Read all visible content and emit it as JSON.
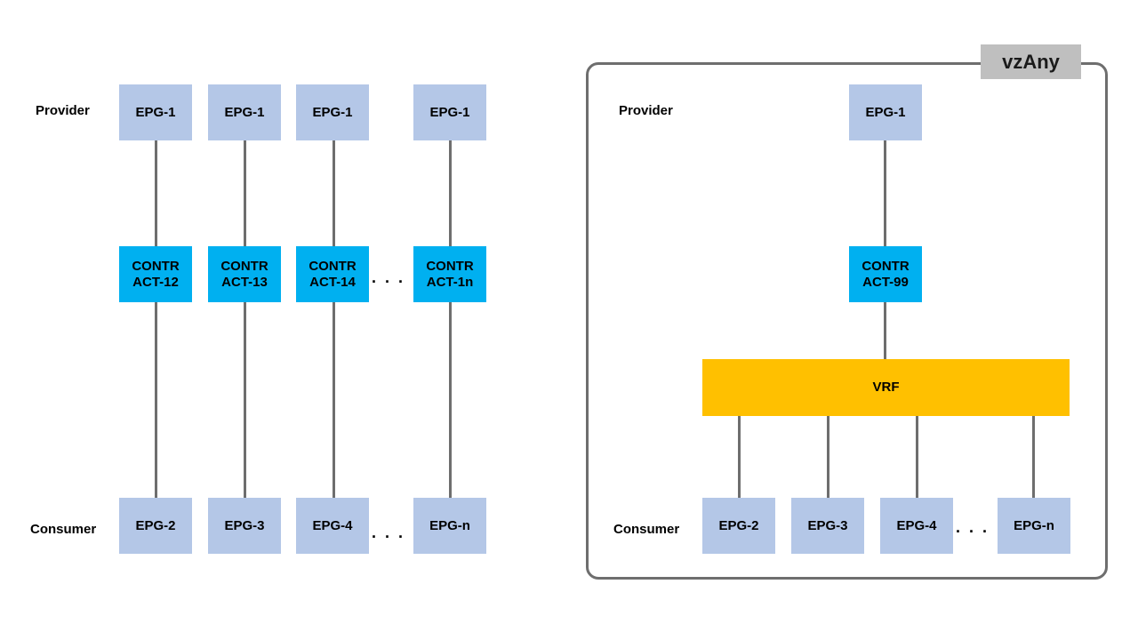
{
  "left": {
    "provider_label": "Provider",
    "consumer_label": "Consumer",
    "providers": [
      "EPG-1",
      "EPG-1",
      "EPG-1",
      "EPG-1"
    ],
    "contracts": [
      {
        "line1": "CONTR",
        "line2": "ACT-12"
      },
      {
        "line1": "CONTR",
        "line2": "ACT-13"
      },
      {
        "line1": "CONTR",
        "line2": "ACT-14"
      },
      {
        "line1": "CONTR",
        "line2": "ACT-1n"
      }
    ],
    "consumers": [
      "EPG-2",
      "EPG-3",
      "EPG-4",
      "EPG-n"
    ],
    "contract_ellipsis": "...",
    "consumer_ellipsis": "..."
  },
  "right": {
    "title": "vzAny",
    "provider_label": "Provider",
    "consumer_label": "Consumer",
    "provider": "EPG-1",
    "contract": {
      "line1": "CONTR",
      "line2": "ACT-99"
    },
    "vrf_label": "VRF",
    "consumers": [
      "EPG-2",
      "EPG-3",
      "EPG-4",
      "EPG-n"
    ],
    "consumer_ellipsis": "..."
  },
  "colors": {
    "epg": "#b4c7e7",
    "contract": "#00b0f0",
    "vrf": "#ffc000",
    "connector": "#6e6e6e",
    "tag": "#bfbfbf"
  }
}
